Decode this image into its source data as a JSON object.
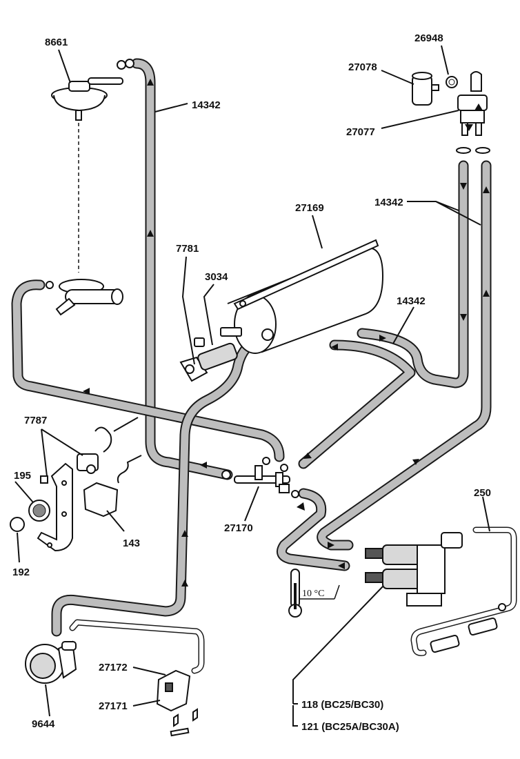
{
  "labels": {
    "p8661": "8661",
    "p14342_a": "14342",
    "p26948": "26948",
    "p27078": "27078",
    "p27077": "27077",
    "p14342_b": "14342",
    "p27169": "27169",
    "p7781": "7781",
    "p3034": "3034",
    "p14342_c": "14342",
    "p7787": "7787",
    "p195": "195",
    "p143": "143",
    "p27170": "27170",
    "p192": "192",
    "p250": "250",
    "p27172": "27172",
    "p27171": "27171",
    "p9644": "9644",
    "p118": "118 (BC25/BC30)",
    "p121": "121 (BC25A/BC30A)"
  },
  "thermometer_text": "10 °C",
  "icons": [
    "vacuum-valve-icon",
    "heater-tank-icon",
    "pump-icon",
    "thermometer-icon",
    "solenoid-valve-icon",
    "relay-icon",
    "switch-icon",
    "pressure-switch-icon",
    "tee-fitting-icon"
  ]
}
